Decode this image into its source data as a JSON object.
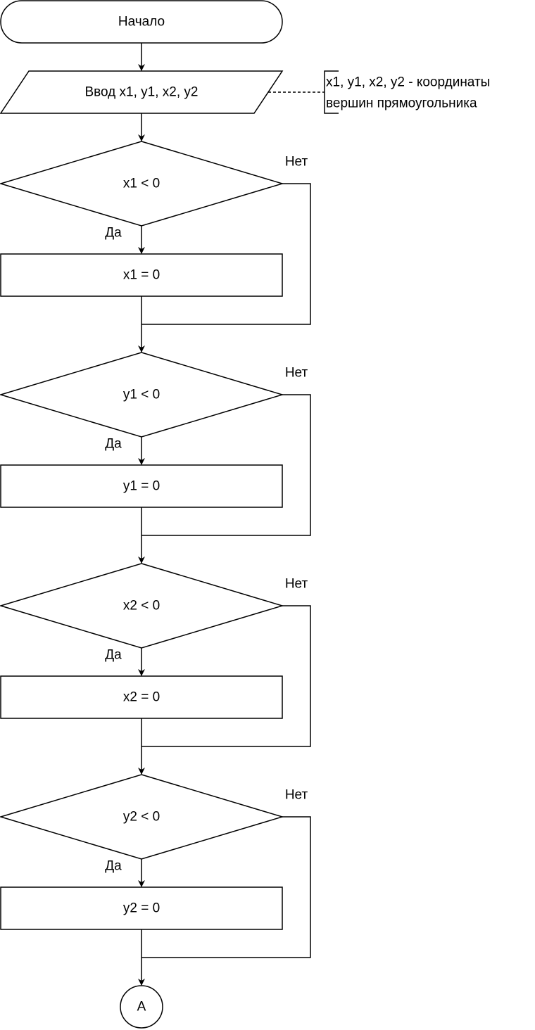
{
  "flowchart": {
    "start": "Начало",
    "input": "Ввод x1, y1, x2, y2",
    "comment_line1": "x1, y1, x2, y2 - координаты",
    "comment_line2": "вершин прямоугольника",
    "yes_label": "Да",
    "no_label": "Нет",
    "blocks": [
      {
        "condition": "x1 < 0",
        "action": "x1 = 0"
      },
      {
        "condition": "y1 < 0",
        "action": "y1 = 0"
      },
      {
        "condition": "x2 < 0",
        "action": "x2 = 0"
      },
      {
        "condition": "y2 < 0",
        "action": "y2 = 0"
      }
    ],
    "connector": "A"
  }
}
